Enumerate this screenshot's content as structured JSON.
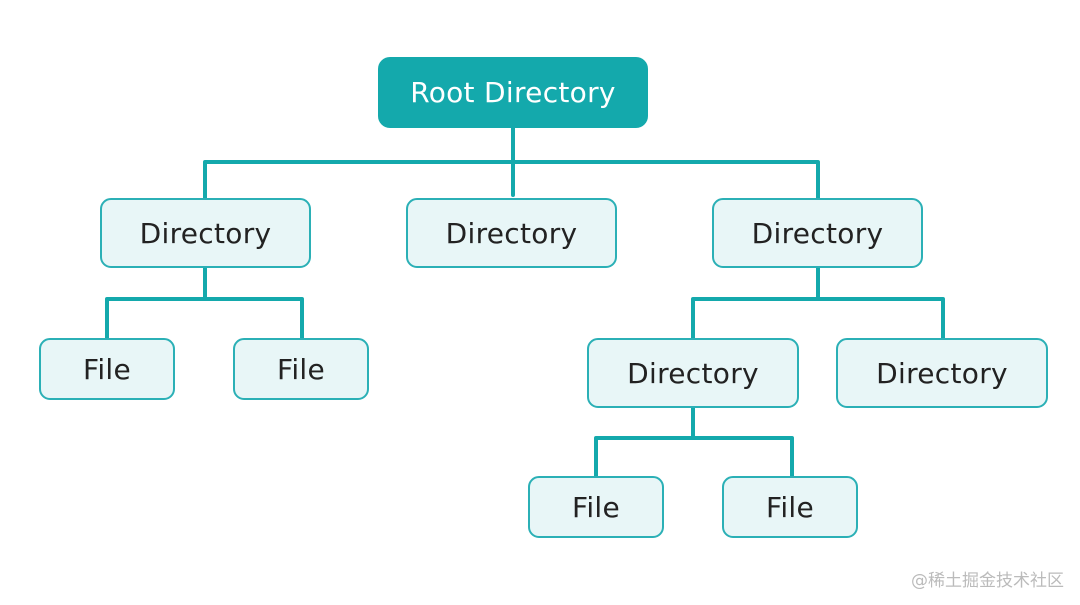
{
  "colors": {
    "teal": "#14A9AC",
    "node_fill": "#E8F6F7",
    "node_border": "#2BB0B6",
    "node_text": "#222222",
    "root_text": "#FFFFFF",
    "watermark": "#BBBBBB"
  },
  "tree": {
    "root": {
      "label": "Root Directory"
    },
    "level1": [
      {
        "label": "Directory"
      },
      {
        "label": "Directory"
      },
      {
        "label": "Directory"
      }
    ],
    "level2": [
      {
        "label": "File"
      },
      {
        "label": "File"
      },
      {
        "label": "Directory"
      },
      {
        "label": "Directory"
      }
    ],
    "level3": [
      {
        "label": "File"
      },
      {
        "label": "File"
      }
    ]
  },
  "watermark": "@稀土掘金技术社区"
}
